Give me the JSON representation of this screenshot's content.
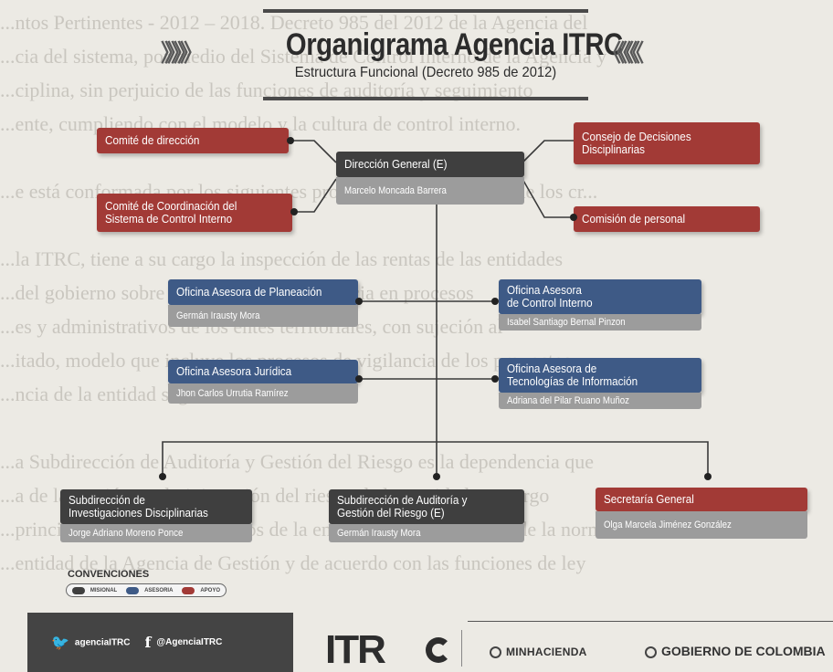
{
  "background_text": [
    "...ntos Pertinentes - 2012 – 2018. Decreto 985 del 2012 de la Agencia del",
    "...cia del sistema, por medio del Sistema de Control Interno de la Agencia y",
    "...ciplina, sin perjuicio de las funciones de auditoría y seguimiento",
    "...ente, cumpliendo con el modelo y la cultura de control interno.",
    "",
    "...e está conformada por los siguientes procesos y dependencias de los cr...",
    "",
    "...la ITRC, tiene a su cargo la inspección de las rentas de las entidades",
    "...del gobierno sobre la inspección y vigilancia en procesos",
    "...es y administrativos de los entes territoriales, con sujeción al",
    "...itado, modelo que incluye los procesos de vigilancia de los proyectos",
    "...ncia de la entidad según la normatividad.",
    "",
    "...a Subdirección de Auditoría y Gestión del Riesgo es la dependencia que",
    "...a de la gestión y administración del riesgo de las entidades a cargo",
    "...principios, políticas y procesos de la entidad en cumplimiento de la norma",
    "...entidad de la Agencia de Gestión y de acuerdo con las funciones de ley"
  ],
  "header": {
    "title": "Organigrama Agencia ITRC",
    "subtitle": "Estructura Funcional (Decreto 985 de 2012)",
    "chevrons_left": "》》》》",
    "chevrons_right": "《《《《"
  },
  "nodes": {
    "comite_direccion": "Comité de dirección",
    "comite_control": "Comité de Coordinación del\nSistema de Control Interno",
    "direccion": "Dirección General (E)",
    "direccion_person": "Marcelo Moncada Barrera",
    "consejo": "Consejo de Decisiones\nDisciplinarias",
    "comision": "Comisión de personal",
    "planeacion": "Oficina Asesora de Planeación",
    "planeacion_person": "Germán Irausty Mora",
    "juridica": "Oficina Asesora Jurídica",
    "juridica_person": "Jhon Carlos Urrutia Ramírez",
    "control_interno": "Oficina Asesora\nde Control Interno",
    "control_interno_person": "Isabel Santiago Bernal Pinzon",
    "tecnologias": "Oficina Asesora de\nTecnologías de Información",
    "tecnologias_person": "Adriana del Pilar Ruano Muñoz",
    "investigaciones": "Subdirección de\nInvestigaciones Disciplinarias",
    "investigaciones_person": "Jorge Adriano Moreno Ponce",
    "auditoria": "Subdirección de  Auditoría y\nGestión del Riesgo (E)",
    "auditoria_person": "Germán Irausty Mora",
    "secretaria": "Secretaría General",
    "secretaria_person": "Olga Marcela Jiménez González"
  },
  "conventions": {
    "label": "CONVENCIONES",
    "items": [
      "MISIONAL",
      "ASESORIA",
      "APOYO"
    ],
    "colors": [
      "#3f3f3f",
      "#3e5a86",
      "#a23a36"
    ]
  },
  "footer": {
    "twitter": "agenciaITRC",
    "facebook": "@AgenciaITRC",
    "logo": "ITR",
    "ministry": "MINHACIENDA",
    "government": "GOBIERNO DE COLOMBIA"
  },
  "colors": {
    "asesoria": "#3e5a86",
    "misional": "#3f3f3f",
    "apoyo": "#a23a36",
    "person_bar": "#9c9c9c"
  }
}
